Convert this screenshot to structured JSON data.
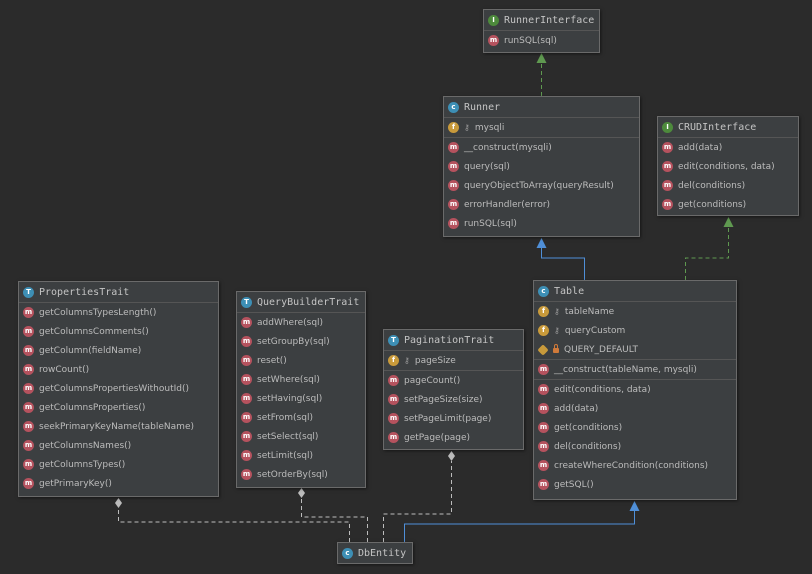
{
  "nodes": {
    "runner_interface": {
      "title": "RunnerInterface",
      "kind": "i",
      "sections": [
        [
          {
            "kind": "m",
            "label": "runSQL(sql)"
          }
        ]
      ]
    },
    "runner": {
      "title": "Runner",
      "kind": "c",
      "sections": [
        [
          {
            "kind": "f",
            "label": "mysqli",
            "vis": "key"
          }
        ],
        [
          {
            "kind": "m",
            "label": "__construct(mysqli)"
          },
          {
            "kind": "m",
            "label": "query(sql)"
          },
          {
            "kind": "m",
            "label": "queryObjectToArray(queryResult)"
          },
          {
            "kind": "m",
            "label": "errorHandler(error)"
          },
          {
            "kind": "m",
            "label": "runSQL(sql)"
          }
        ]
      ]
    },
    "crud_interface": {
      "title": "CRUDInterface",
      "kind": "i",
      "sections": [
        [
          {
            "kind": "m",
            "label": "add(data)"
          },
          {
            "kind": "m",
            "label": "edit(conditions, data)"
          },
          {
            "kind": "m",
            "label": "del(conditions)"
          },
          {
            "kind": "m",
            "label": "get(conditions)"
          }
        ]
      ]
    },
    "properties_trait": {
      "title": "PropertiesTrait",
      "kind": "t",
      "sections": [
        [
          {
            "kind": "m",
            "label": "getColumnsTypesLength()"
          },
          {
            "kind": "m",
            "label": "getColumnsComments()"
          },
          {
            "kind": "m",
            "label": "getColumn(fieldName)"
          },
          {
            "kind": "m",
            "label": "rowCount()"
          },
          {
            "kind": "m",
            "label": "getColumnsPropertiesWithoutId()"
          },
          {
            "kind": "m",
            "label": "getColumnsProperties()"
          },
          {
            "kind": "m",
            "label": "seekPrimaryKeyName(tableName)"
          },
          {
            "kind": "m",
            "label": "getColumnsNames()"
          },
          {
            "kind": "m",
            "label": "getColumnsTypes()"
          },
          {
            "kind": "m",
            "label": "getPrimaryKey()"
          }
        ]
      ]
    },
    "query_builder_trait": {
      "title": "QueryBuilderTrait",
      "kind": "t",
      "sections": [
        [
          {
            "kind": "m",
            "label": "addWhere(sql)"
          },
          {
            "kind": "m",
            "label": "setGroupBy(sql)"
          },
          {
            "kind": "m",
            "label": "reset()"
          },
          {
            "kind": "m",
            "label": "setWhere(sql)"
          },
          {
            "kind": "m",
            "label": "setHaving(sql)"
          },
          {
            "kind": "m",
            "label": "setFrom(sql)"
          },
          {
            "kind": "m",
            "label": "setSelect(sql)"
          },
          {
            "kind": "m",
            "label": "setLimit(sql)"
          },
          {
            "kind": "m",
            "label": "setOrderBy(sql)"
          }
        ]
      ]
    },
    "pagination_trait": {
      "title": "PaginationTrait",
      "kind": "t",
      "sections": [
        [
          {
            "kind": "f",
            "label": "pageSize",
            "vis": "key"
          }
        ],
        [
          {
            "kind": "m",
            "label": "pageCount()"
          },
          {
            "kind": "m",
            "label": "setPageSize(size)"
          },
          {
            "kind": "m",
            "label": "setPageLimit(page)"
          },
          {
            "kind": "m",
            "label": "getPage(page)"
          }
        ]
      ]
    },
    "table": {
      "title": "Table",
      "kind": "c",
      "sections": [
        [
          {
            "kind": "f",
            "label": "tableName",
            "vis": "key"
          },
          {
            "kind": "f",
            "label": "queryCustom",
            "vis": "key"
          },
          {
            "kind": "k",
            "label": "QUERY_DEFAULT",
            "vis": "lock"
          }
        ],
        [
          {
            "kind": "m",
            "label": "__construct(tableName, mysqli)"
          }
        ],
        [
          {
            "kind": "m",
            "label": "edit(conditions, data)"
          },
          {
            "kind": "m",
            "label": "add(data)"
          },
          {
            "kind": "m",
            "label": "get(conditions)"
          },
          {
            "kind": "m",
            "label": "del(conditions)"
          },
          {
            "kind": "m",
            "label": "createWhereCondition(conditions)"
          },
          {
            "kind": "m",
            "label": "getSQL()"
          }
        ]
      ]
    },
    "db_entity": {
      "title": "DbEntity",
      "kind": "c",
      "sections": []
    }
  },
  "badge_letters": {
    "c": "c",
    "i": "I",
    "t": "T",
    "m": "m",
    "f": "f",
    "k": ""
  },
  "edges": [
    {
      "type": "realization",
      "from": "runner",
      "to": "runner_interface"
    },
    {
      "type": "realization",
      "from": "table",
      "to": "crud_interface"
    },
    {
      "type": "generalization",
      "from": "table",
      "to": "runner"
    },
    {
      "type": "generalization",
      "from": "db_entity",
      "to": "table"
    },
    {
      "type": "trait_use",
      "from": "db_entity",
      "to": "properties_trait"
    },
    {
      "type": "trait_use",
      "from": "db_entity",
      "to": "query_builder_trait"
    },
    {
      "type": "trait_use",
      "from": "db_entity",
      "to": "pagination_trait"
    }
  ],
  "colors": {
    "realization": "#5f9950",
    "generalization": "#4f8fd8",
    "trait_use": "#bcbcbc"
  }
}
